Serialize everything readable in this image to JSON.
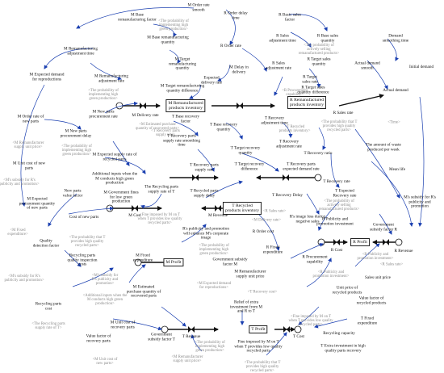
{
  "stocks": {
    "m_remanufactured_inventory": "M Remanufactured\nproducts inventory",
    "r_remanufactured_inventory": "R Remanufactured\nproducts inventory",
    "t_recycled_inventory": "T Recycled\nproducts inventory",
    "m_profit": "M Profit",
    "r_profit": "R Profit",
    "t_profit": "T Profit"
  },
  "rates": {
    "m_delivery_rate": "M Delivery rate",
    "r_sales_rate": "R Sales rate",
    "m_cost": "M Cost",
    "m_revenue": "M Revenue",
    "r_cost": "R Cost",
    "r_revenue": "R Revenue",
    "t_revenue": "T Revenue",
    "t_cost": "T Cost",
    "actual_demand": "Actual demand",
    "t_recovery_rate": "T Recovery rate"
  },
  "variables": {
    "m_order_rate_smooth": "M Order rate\nsmooth",
    "r_order_delay_time": "R Order delay\ntime",
    "m_base_reman_factor": "M Base\nremanufacturing factor",
    "m_base_reman_quantity": "M Base remanufacturing\nquantity",
    "r_basic_sales_factor": "R Basic sales\nfactor",
    "r_sales_adjustment_time": "R Sales\nadjustment time",
    "r_base_sales_quantity": "R Base sales\nquantity",
    "m_reman_adjustment_time_top": "M Remanufacturing\nadjustment time",
    "m_target_reman_quantity": "M Target\nremanufacturing\nquantity",
    "r_order_rate": "R Order rate",
    "r_sales_adjustment_rate": "R Sales\nadjustment rate",
    "r_target_sales_quantity": "R Target sales\nquantity",
    "demand_smoothing_time": "Demand\nsmoothing time",
    "actual_demand_smooth": "Actual demand\nsmooth",
    "initial_demand": "Initial demand",
    "m_expected_demand": "M Expected demand\nfor reproductions",
    "m_reman_adjustment_rate": "M Remanufacturing\nadjustment rate",
    "m_delay_in_delivery": "M Delay in\ndelivery",
    "expected_delivery_rate": "Expected\ndelivery rate",
    "r_target_sales_rate": "R Target\nsales rate",
    "m_target_reman_difference": "M Target remanufacturing\nquantity difference",
    "r_target_sales_difference": "R Target sales\nquantity difference",
    "m_order_rate_of_new_parts": "M Order rate of\nnew parts",
    "m_new_parts_procurement_rate": "M New parts\nprocurement rate",
    "m_new_parts_procurement_delay": "M New parts\nprocurement delay",
    "t_base_recovery_factor": "T Base recovery\nfactor",
    "t_base_recovery_quantity": "T Base recovery\nquantity",
    "t_recovery_adjustment_time": "T Recovery\nadjustment time",
    "t_recovery_parts_supply_smoothing": "T Recovery parts\nsupply rate smoothing\ntime",
    "t_target_recovery_quantity": "T Target recovery\nquantity",
    "t_recovery_adjustment_rate": "T Recovery\nadjustment rate",
    "t_recovery_parts_supply_rate": "T Recovery parts\nsupply rate",
    "t_target_recovery_difference": "T Target recovery\ndifference",
    "t_recovery_parts_expected_demand_rate": "T Recovery parts\nexpected demand rate",
    "m_expected_supply_rate_recycled": "M Expected supply rate of\nrecycled parts",
    "m_unit_cost_new_parts": "M Unit cost of new\nparts",
    "new_parts_value_factor": "New parts\nvalue factor",
    "additional_inputs_high_green": "Additional inputs when the\nM conducts high green\nproduction",
    "m_government_fines": "M Government fines\nfor low green\nproduction",
    "recycling_parts_supply_rate_t": "The Recycling parts\nsupply rate of T",
    "t_recycled_parts_supply_delay": "T Recycled parts\nsupply delay",
    "t_recovery_delay": "T Recovery Delay",
    "t_expected_recovery_rate": "T Expected\nRecovery rate",
    "t_recovery_ratio": "T Recovery ratio",
    "amount_waste_per_week": "The amount of waste\nproduced per week",
    "mean_life": "Mean life",
    "m_expected_procurement_quantity": "M Expected\nprocurement quantity\nof new parts",
    "cost_of_new_parts": "Cost of new parts",
    "quality_detection_factor": "Quality\ndetection factor",
    "recycling_parts_quality_inspection_costs": "Recycling parts\nquality inspection\ncosts",
    "publicity_enhance_image": "R's publicity and promotion\nwill enhance M's corporate\nimage",
    "government_subsidy_m": "Government subsidy\nfactor M",
    "m_fixed_expenditure": "M Fixed\nexpenditure",
    "m_estimated_purchase_quantity": "M Estimated\npurchase quantity of\nrecovered parts",
    "recycling_parts_cost": "Recycling parts\ncost",
    "m_unit_cost_recovered_parts": "M Unit cost of\nrecovery parts",
    "m_remanufacturer_supply_unit_price": "M Remanufacturer\nsupply unit price",
    "r_fixed_expenditure": "R Fixed\nexpenditure",
    "r_order_cost": "R Order cost",
    "r_procurement_capability": "R Procurement\ncapability",
    "r_image_loss": "R's image loss during\nnegative sales",
    "r_publicity_investment": "R Publicity and\npromotion investment",
    "government_subsidy_r": "Government\nsubsidy factor R",
    "m_subsidy_publicity": "M's subsidy for R's\npublicity and\npromotion",
    "sales_unit_price": "Sales unit price",
    "unit_price_recycled": "Unit price of\nrecycled products",
    "value_factor_recycled_products": "Value factor of\nrecycled products",
    "relief_extra_investment": "Relief of extra\ninvestment from M\nand R to T",
    "t_fixed_expenditure": "T Fixed\nexpenditure",
    "value_factor_recovery_parts": "Value factor of\nrecovery parts",
    "government_subsidy_t": "Government\nsubsidy factor T",
    "fine_imposed_m_on_t": "Fine imposed by M on T\nwhen T provides low quality\nrecycled parts",
    "recycling_capacity": "Recycling capacity",
    "t_extra_investment": "T Extra investment in high\nquality parts recovery"
  },
  "shadow_variables": {
    "prob_green_top": "<The probability of\nimplementing high\ngreen production>",
    "prob_green_left": "<The probability of\nimplementing high\ngreen production>",
    "prob_actively_selling": "<The probability of\nactively selling\nremanufactured products>",
    "r_procurement_capability_shadow": "<R Procurement\ncapability>",
    "t_recovery_parts_supply_rate_shadow": "<T Recovery parts\nsupply rate>",
    "m_estimated_purchase_shadow": "<M Estimated purchase\nquantity of recovered parts>",
    "t_recycled_parts_shadow": "<T Recycled\nproducts inventory>",
    "prob_high_quality_parts": "<The probability that T\nprovides high quality\nrecycled parts>",
    "m_remanufacturer_supply_price_shadow": "<M Remanufacturer\nsupply unit price>",
    "m_expected_demand_shadow": "<M Expected demand\nfor reproductions>",
    "m_fixed_expenditure_shadow": "<M Fixed\nexpenditure>",
    "m_delivery_rate_shadow": "<M Delivery rate>",
    "time_shadow": "<Time>",
    "recycling_parts_supply_rate_shadow": "<The Recycling parts\nsupply rate of T>",
    "m_subsidy_shadow": "<M's subsidy for\nR's publicity and\npromotion>",
    "r_sales_rate_shadow": "<R Sales rate>",
    "r_publicity_shadow": "<R Publicity and\npromotion investment>",
    "fine_shadow": "<Fine imposed by M on T\nwhen T provides low quality\nrecycled parts>",
    "t_cost_shadow": "<T Recovery cost>",
    "additional_inputs_shadow": "<Additional inputs when the\nM conducts high green\nproduction>",
    "m_order_rate_shadow": "<M Remanufacturer\nsupply unit price>",
    "prob_high_quality_bottom": "<The probability that T\nprovides high quality\nrecycled parts>",
    "m_unit_cost_shadow": "<M Unit cost of\nnew parts>",
    "m_subsidy_r_left": "<M's subsidy for R's\npublicity and promotion>",
    "prob_green_bottom": "<The probability of\nimplementing high\ngreen production>",
    "prob_actively_bottom": "<The probability of\nactively selling\nremanufactured products>",
    "r_sales_rate_right": "<R Sales rate>",
    "m_fixed_exp_left": "<M Fixed\nexpenditure>",
    "r_publicity_right": "<R Publicity and\npromotion investment>",
    "prob_green_mid": "<The probability of\nimplementing high\ngreen production>"
  }
}
